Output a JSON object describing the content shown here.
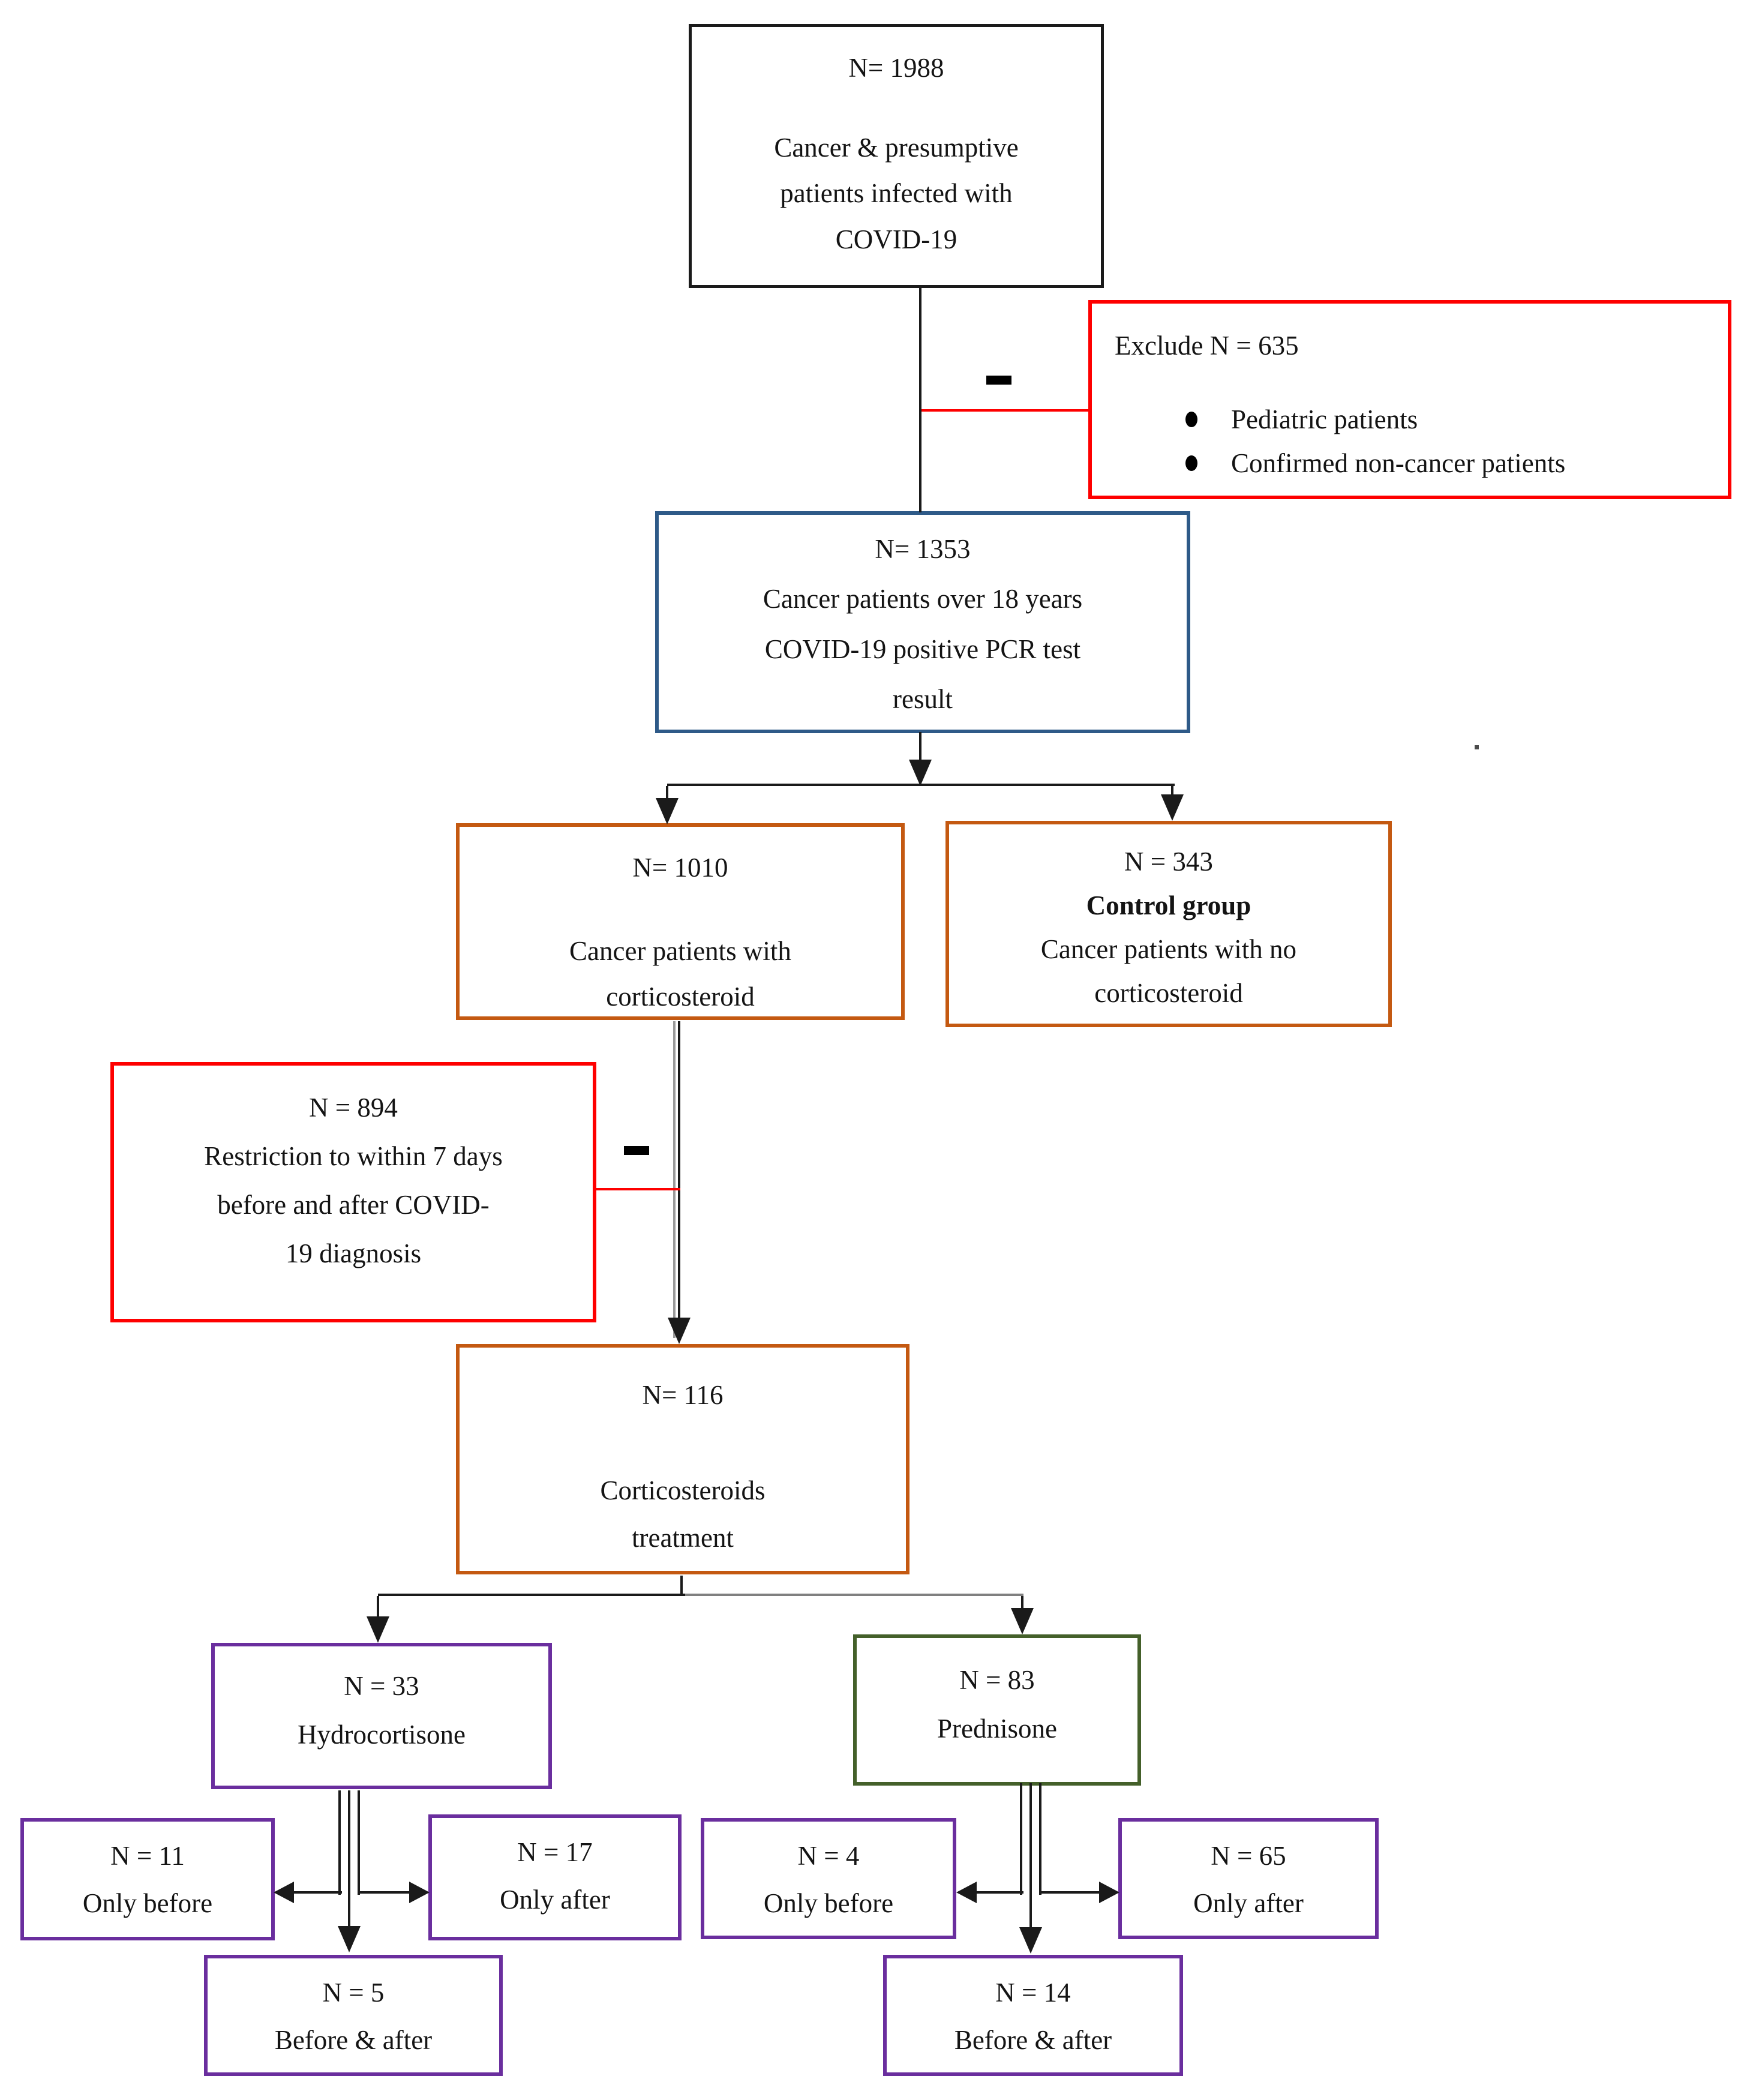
{
  "figure": {
    "kind": "patient-selection-flowchart",
    "topic": "Cancer patients with COVID-19 and corticosteroid treatment"
  },
  "colors": {
    "black": "#1a1a1a",
    "red": "#fe0000",
    "blue": "#2e5a88",
    "orange": "#c45911",
    "purple": "#6a2e9e",
    "green": "#44602a",
    "gray": "#808080"
  },
  "icons": {
    "exclude_connector": "minus-icon",
    "restrict_connector": "minus-icon",
    "stray_mark": "dot-icon",
    "bullet": "bullet-dot-icon"
  },
  "nodes": {
    "total": {
      "n": "N= 1988",
      "lines": [
        "Cancer & presumptive",
        "patients infected with",
        "COVID-19"
      ]
    },
    "exclude": {
      "title": "Exclude N = 635",
      "bullets": [
        "Pediatric patients",
        "Confirmed non-cancer patients"
      ]
    },
    "pcr": {
      "n": "N= 1353",
      "lines": [
        "Cancer patients over 18 years",
        "COVID-19 positive PCR test",
        "result"
      ]
    },
    "cortico": {
      "n": "N= 1010",
      "lines": [
        "Cancer patients with",
        "corticosteroid"
      ]
    },
    "control": {
      "n": "N = 343",
      "subtitle": "Control group",
      "lines": [
        "Cancer patients with no",
        "corticosteroid"
      ]
    },
    "restrict": {
      "n": "N = 894",
      "lines": [
        "Restriction to within 7 days",
        "before and after COVID-",
        "19 diagnosis"
      ]
    },
    "treat": {
      "n": "N= 116",
      "lines": [
        "Corticosteroids",
        "treatment"
      ]
    },
    "hydro": {
      "n": "N = 33",
      "label": "Hydrocortisone"
    },
    "pred": {
      "n": "N = 83",
      "label": "Prednisone"
    },
    "hydro_before": {
      "n": "N = 11",
      "label": "Only before"
    },
    "hydro_after": {
      "n": "N = 17",
      "label": "Only after"
    },
    "hydro_both": {
      "n": "N = 5",
      "label": "Before & after"
    },
    "pred_before": {
      "n": "N = 4",
      "label": "Only before"
    },
    "pred_after": {
      "n": "N = 65",
      "label": "Only after"
    },
    "pred_both": {
      "n": "N = 14",
      "label": "Before & after"
    }
  }
}
